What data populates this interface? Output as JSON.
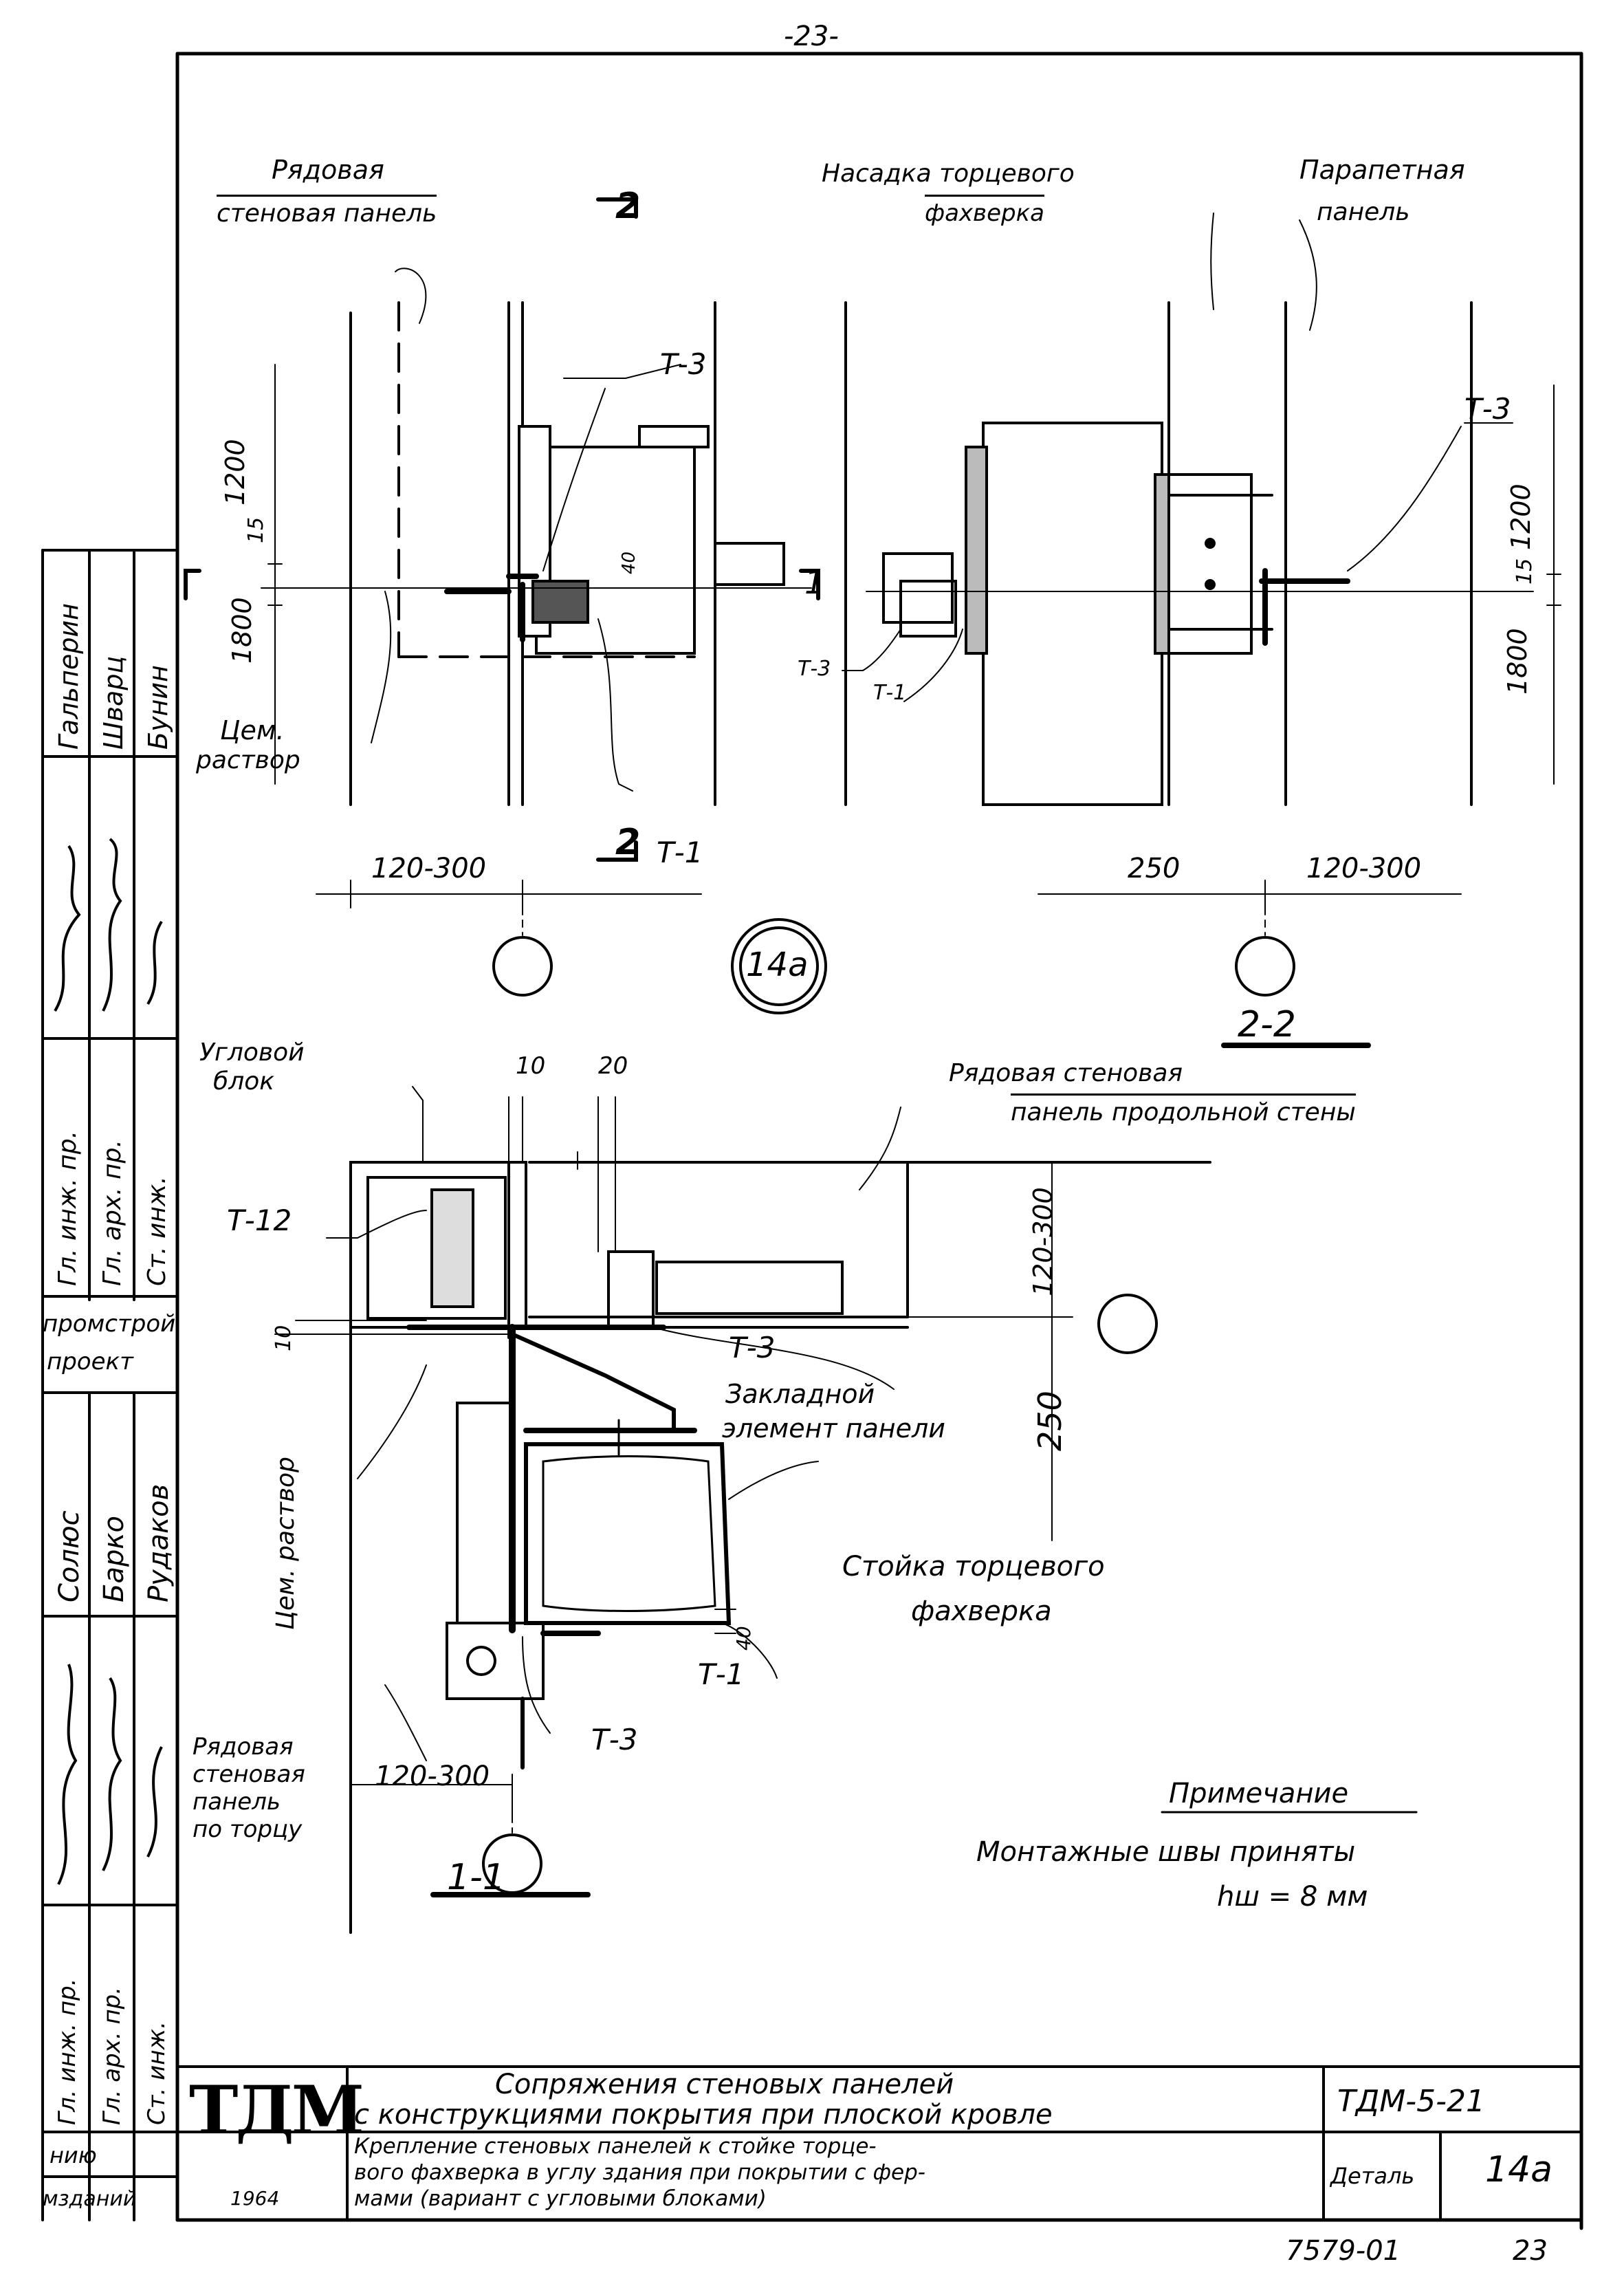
{
  "page": {
    "number_top": "-23-",
    "page_no": "23",
    "inventory_no": "7579-01"
  },
  "top_left": {
    "label_panel": [
      "Рядовая",
      "стеновая панель"
    ],
    "section_mark_top": "2",
    "section_mark_bottom": "2",
    "t3": "Т-3",
    "t1": "Т-1",
    "dim_1200": "1200",
    "dim_15": "15",
    "dim_1800": "1800",
    "dim_40": "40",
    "cement_label": [
      "Цем.",
      "раствор"
    ],
    "dim_bottom": "120-300",
    "cut_mark": "1"
  },
  "top_right": {
    "label_cap": [
      "Насадка торцевого",
      "фахверка"
    ],
    "label_parapet": [
      "Парапетная",
      "панель"
    ],
    "t3_right": "Т-3",
    "t3_left": "Т-3",
    "t1": "Т-1",
    "dim_1200": "1200",
    "dim_15": "15",
    "dim_1800": "1800",
    "dim_250": "250",
    "dim_120_300": "120-300",
    "section_title": "2-2"
  },
  "center_mark": "14а",
  "bottom": {
    "corner_block": [
      "Угловой",
      "блок"
    ],
    "dim_10_top": "10",
    "dim_20": "20",
    "longwall_panel": [
      "Рядовая стеновая",
      "панель продольной стены"
    ],
    "t12": "Т-12",
    "dim_10_left": "10",
    "t3_mid": "Т-3",
    "embed_label": [
      "Закладной",
      "элемент панели"
    ],
    "dim_120_300_v": "120-300",
    "dim_250_v": "250",
    "cement_label": "Цем. раствор",
    "post_label": [
      "Стойка торцевого",
      "фахверка"
    ],
    "dim_40": "40",
    "t1": "Т-1",
    "end_panel": [
      "Рядовая",
      "стеновая",
      "панель",
      "по торцу"
    ],
    "dim_120_300_h": "120-300",
    "t3_bottom": "Т-3",
    "section_title": "1-1"
  },
  "note": {
    "title": "Примечание",
    "line1": "Монтажные швы приняты",
    "line2": "hш = 8 мм"
  },
  "side_stamp": {
    "names_top": [
      "Гальперин",
      "Шварц",
      "Бунин"
    ],
    "roles_top": [
      "Гл. инж. пр.",
      "Гл. арх. пр.",
      "Ст. инж."
    ],
    "org": [
      "промстрой",
      "проект"
    ],
    "names_bottom": [
      "Солюс",
      "Барко",
      "Рудаков"
    ],
    "roles_bottom": [
      "Гл. инж. пр.",
      "Гл. арх. пр.",
      "Ст. инж."
    ]
  },
  "title_block": {
    "logo": "ТДМ",
    "year": "1964",
    "line1": "Сопряжения стеновых панелей",
    "line2": "с конструкциями покрытия при плоской кровле",
    "line3": "Крепление стеновых панелей к стойке торце-",
    "line4": "вого фахверка в углу здания при покрытии с фер-",
    "line5": "мами (вариант с угловыми блоками)",
    "code": "ТДМ-5-21",
    "detail_label": "Деталь",
    "detail_no": "14а",
    "left_cells": [
      "нию",
      "мзданий"
    ]
  }
}
